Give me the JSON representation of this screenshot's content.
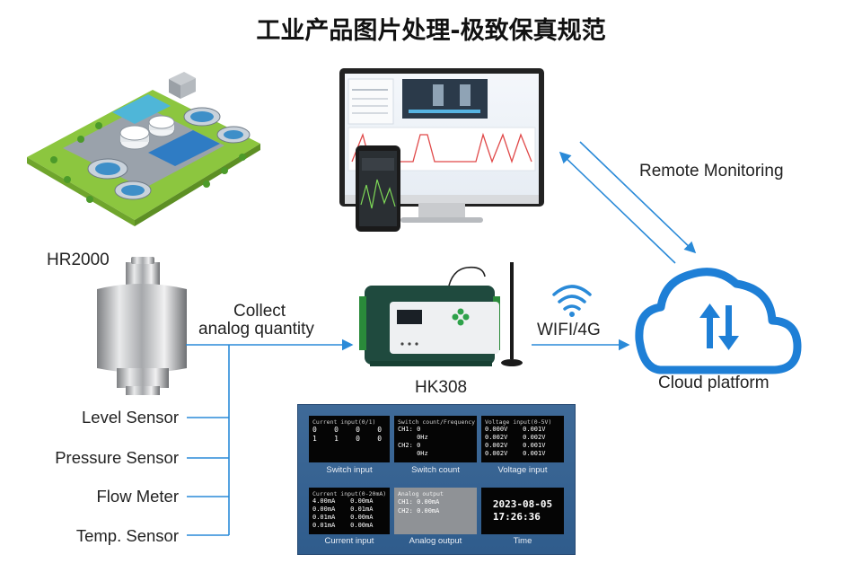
{
  "title": "工业产品图片处理-极致保真规范",
  "labels": {
    "remote_monitoring": "Remote Monitoring",
    "device_model": "HR2000",
    "collect_line1": "Collect",
    "collect_line2": "analog quantity",
    "gateway_model": "HK308",
    "network": "WIFI/4G",
    "cloud": "Cloud platform"
  },
  "sensors": [
    "Level Sensor",
    "Pressure Sensor",
    "Flow Meter",
    "Temp. Sensor"
  ],
  "dashboard": {
    "tiles": [
      {
        "header": "Current input(0/1)",
        "value": "0    0    0    0\n1    1    0    0",
        "caption": "Switch input"
      },
      {
        "header": "Switch count/Frequency",
        "value": "CH1: 0\n     0Hz\nCH2: 0\n     0Hz",
        "caption": "Switch count"
      },
      {
        "header": "Voltage input(0-5V)",
        "value": "0.000V    0.001V\n0.002V    0.002V\n0.002V    0.001V\n0.002V    0.001V",
        "caption": "Voltage input"
      },
      {
        "header": "Current input(0-20mA)",
        "value": "4.00mA    0.00mA\n0.00mA    0.01mA\n0.01mA    0.00mA\n0.01mA    0.00mA",
        "caption": "Current input"
      },
      {
        "header": "Analog output",
        "value": "CH1: 0.00mA\nCH2: 0.00mA",
        "caption": "Analog output"
      },
      {
        "header": "",
        "value": "2023-08-05\n17:26:36",
        "caption": "Time"
      }
    ]
  },
  "colors": {
    "arrow": "#2a8ad8",
    "cloud": "#1e7fd6",
    "panel": "#3a6594",
    "gateway": "#1f4a3e"
  }
}
